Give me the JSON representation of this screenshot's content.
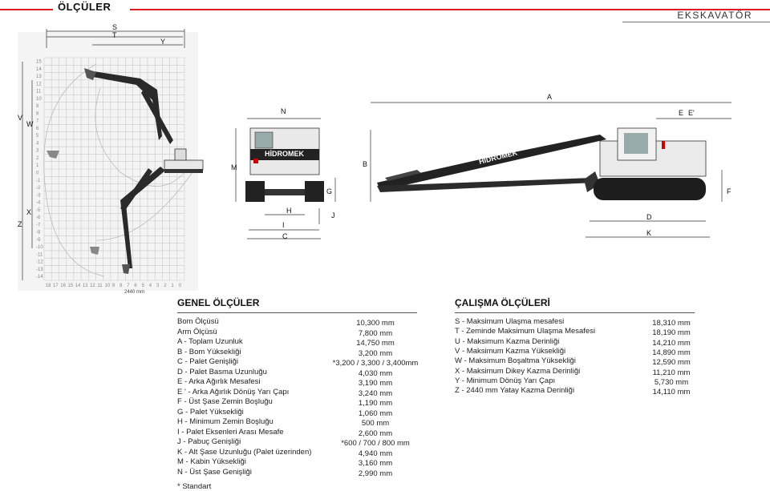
{
  "header": {
    "title": "ÖLÇÜLER",
    "section": "EKSKAVATÖR"
  },
  "drawing": {
    "reach_labels": [
      "S",
      "T",
      "Y"
    ],
    "side_labels": [
      "V",
      "W",
      "X",
      "Z"
    ],
    "grid_y_labels": [
      "15",
      "14",
      "13",
      "12",
      "11",
      "10",
      "9",
      "8",
      "7",
      "6",
      "5",
      "4",
      "3",
      "2",
      "1",
      "0",
      "-1",
      "-2",
      "-3",
      "-4",
      "-5",
      "-6",
      "-7",
      "-8",
      "-9",
      "-10",
      "-11",
      "-12",
      "-13",
      "-14"
    ],
    "grid_x_labels": [
      "18",
      "17",
      "16",
      "15",
      "14",
      "13",
      "12",
      "11",
      "10",
      "9",
      "8",
      "7",
      "6",
      "5",
      "4",
      "3",
      "2",
      "1",
      "0"
    ],
    "grid_note": "2440 mm",
    "front_labels": [
      "N",
      "M",
      "G",
      "H",
      "I",
      "C",
      "J"
    ],
    "front_brand": "HİDROMEK",
    "side_brand": "HİDROMEK",
    "side_labels_right": [
      "A",
      "E",
      "E'",
      "B",
      "F",
      "D",
      "K"
    ]
  },
  "general": {
    "heading": "GENEL ÖLÇÜLER",
    "rows": [
      {
        "label": "Bom Ölçüsü",
        "value": "10,300 mm"
      },
      {
        "label": "Arm Ölçüsü",
        "value": "7,800 mm"
      },
      {
        "label": "A  - Toplam Uzunluk",
        "value": "14,750 mm"
      },
      {
        "label": "B  - Bom Yüksekliği",
        "value": "3,200 mm"
      },
      {
        "label": "C  - Palet Genişliği",
        "value": "*3,200 / 3,300 / 3,400mm"
      },
      {
        "label": "D  - Palet Basma Uzunluğu",
        "value": "4,030 mm"
      },
      {
        "label": "E  - Arka Ağırlık Mesafesi",
        "value": "3,190 mm"
      },
      {
        "label": "E ' - Arka Ağırlık Dönüş Yarı Çapı",
        "value": "3,240 mm"
      },
      {
        "label": "F  - Üst Şase Zemin Boşluğu",
        "value": "1,190 mm"
      },
      {
        "label": "G  - Palet Yüksekliği",
        "value": "1,060 mm"
      },
      {
        "label": "H  - Minimum Zemin Boşluğu",
        "value": "500 mm"
      },
      {
        "label": "I   - Palet Eksenleri Arası Mesafe",
        "value": "2,600 mm"
      },
      {
        "label": "J   - Pabuç Genişliği",
        "value": "*600 / 700 / 800 mm"
      },
      {
        "label": "K  - Alt Şase Uzunluğu (Palet üzerinden)",
        "value": "4,940 mm"
      },
      {
        "label": "M  - Kabin Yüksekliği",
        "value": "3,160 mm"
      },
      {
        "label": "N  - Üst Şase Genişliği",
        "value": "2,990 mm"
      }
    ],
    "footnote": "* Standart"
  },
  "working": {
    "heading": "ÇALIŞMA ÖLÇÜLERİ",
    "rows": [
      {
        "label": "S  - Maksimum Ulaşma mesafesi",
        "value": "18,310 mm"
      },
      {
        "label": "T  - Zeminde Maksimum Ulaşma Mesafesi",
        "value": "18,190 mm"
      },
      {
        "label": "U  - Maksimum Kazma Derinliği",
        "value": "14,210 mm"
      },
      {
        "label": "V  - Maksimum Kazma Yüksekliği",
        "value": "14,890 mm"
      },
      {
        "label": "W - Maksimum Boşaltma Yüksekliği",
        "value": "12,590 mm"
      },
      {
        "label": "X  - Maksimum Dikey Kazma Derinliği",
        "value": "11,210 mm"
      },
      {
        "label": "Y  - Minimum Dönüş Yarı Çapı",
        "value": "5,730 mm"
      },
      {
        "label": "Z  - 2440 mm Yatay Kazma Derinliği",
        "value": "14,110 mm"
      }
    ]
  }
}
